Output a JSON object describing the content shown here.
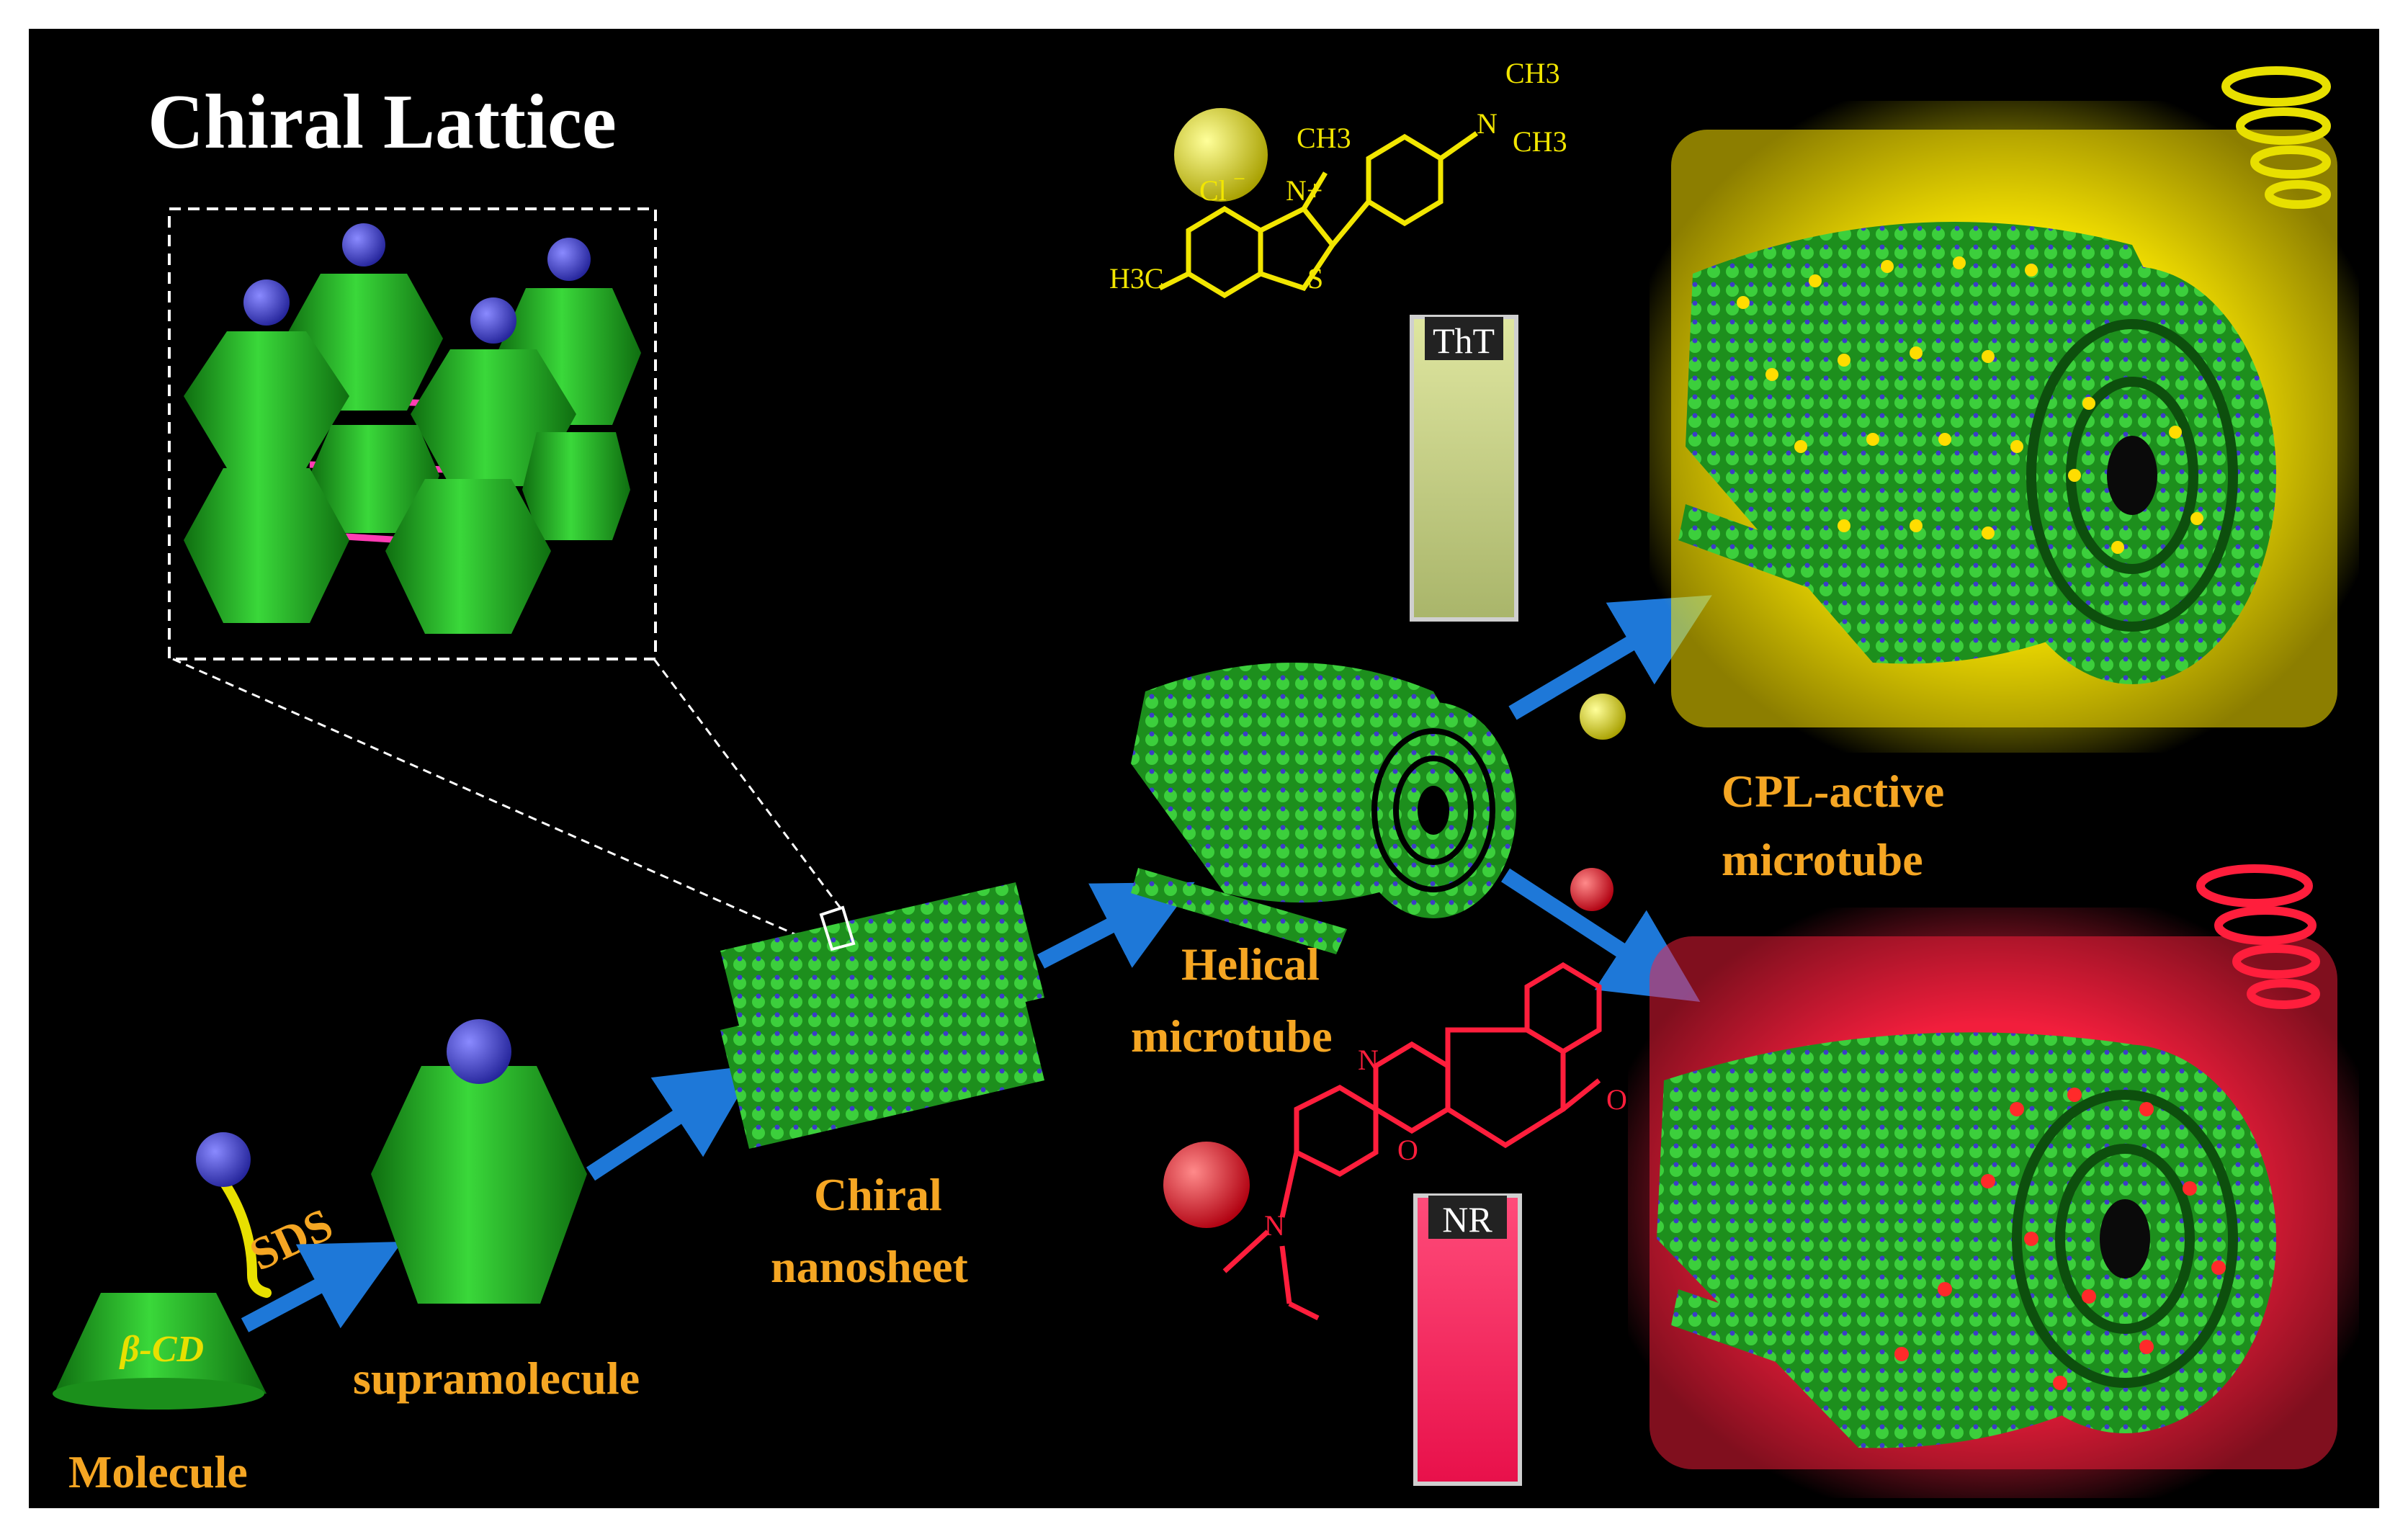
{
  "title": "Chiral Lattice",
  "labels": {
    "molecule": "Molecule",
    "beta_cd": "β-CD",
    "sds": "SDS",
    "supramolecule": "supramolecule",
    "chiral_nanosheet_1": "Chiral",
    "chiral_nanosheet_2": "nanosheet",
    "helical_microtube_1": "Helical",
    "helical_microtube_2": "microtube",
    "cpl_active_1": "CPL-active",
    "cpl_active_2": "microtube"
  },
  "tht": {
    "cuvette_label": "ThT",
    "counter_ion": "Cl",
    "charge_minus": "−",
    "n_plus": "N+",
    "s_atom": "S",
    "methyl_left": "H3C",
    "methyl_top": "CH3",
    "amine_n": "N",
    "nme_a": "CH3",
    "nme_b": "CH3"
  },
  "nr": {
    "cuvette_label": "NR",
    "n_atom": "N",
    "o_ring": "O",
    "o_carbonyl": "O",
    "n_amine": "N"
  },
  "colors": {
    "background": "#000000",
    "label": "#f5a623",
    "green": "#2fc12f",
    "blue_ball": "#3c3cc8",
    "yellow": "#e8e000",
    "red": "#ff1e3c",
    "arrow": "#1e78d8"
  }
}
